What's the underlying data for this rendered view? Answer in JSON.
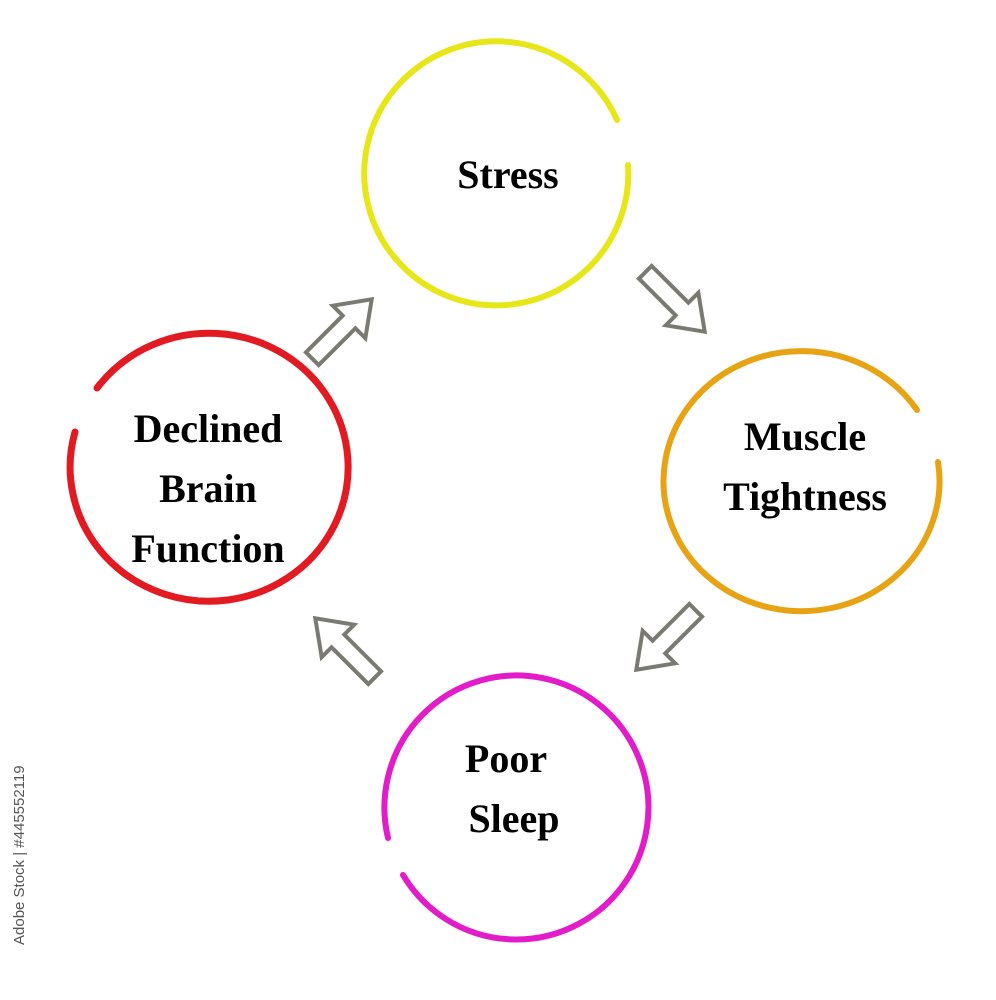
{
  "nodes": [
    {
      "id": "stress",
      "lines": [
        "Stress"
      ],
      "color": "#e6e619"
    },
    {
      "id": "muscle-tightness",
      "lines": [
        "Muscle",
        "Tightness"
      ],
      "color": "#e8a315"
    },
    {
      "id": "poor-sleep",
      "lines": [
        "Poor",
        "Sleep"
      ],
      "color": "#e21cc8"
    },
    {
      "id": "declined-brain-function",
      "lines": [
        "Declined",
        "Brain",
        "Function"
      ],
      "color": "#e21a22"
    }
  ],
  "arrow_color": "#7a7a72",
  "stock_id": "Adobe Stock | #445552119"
}
